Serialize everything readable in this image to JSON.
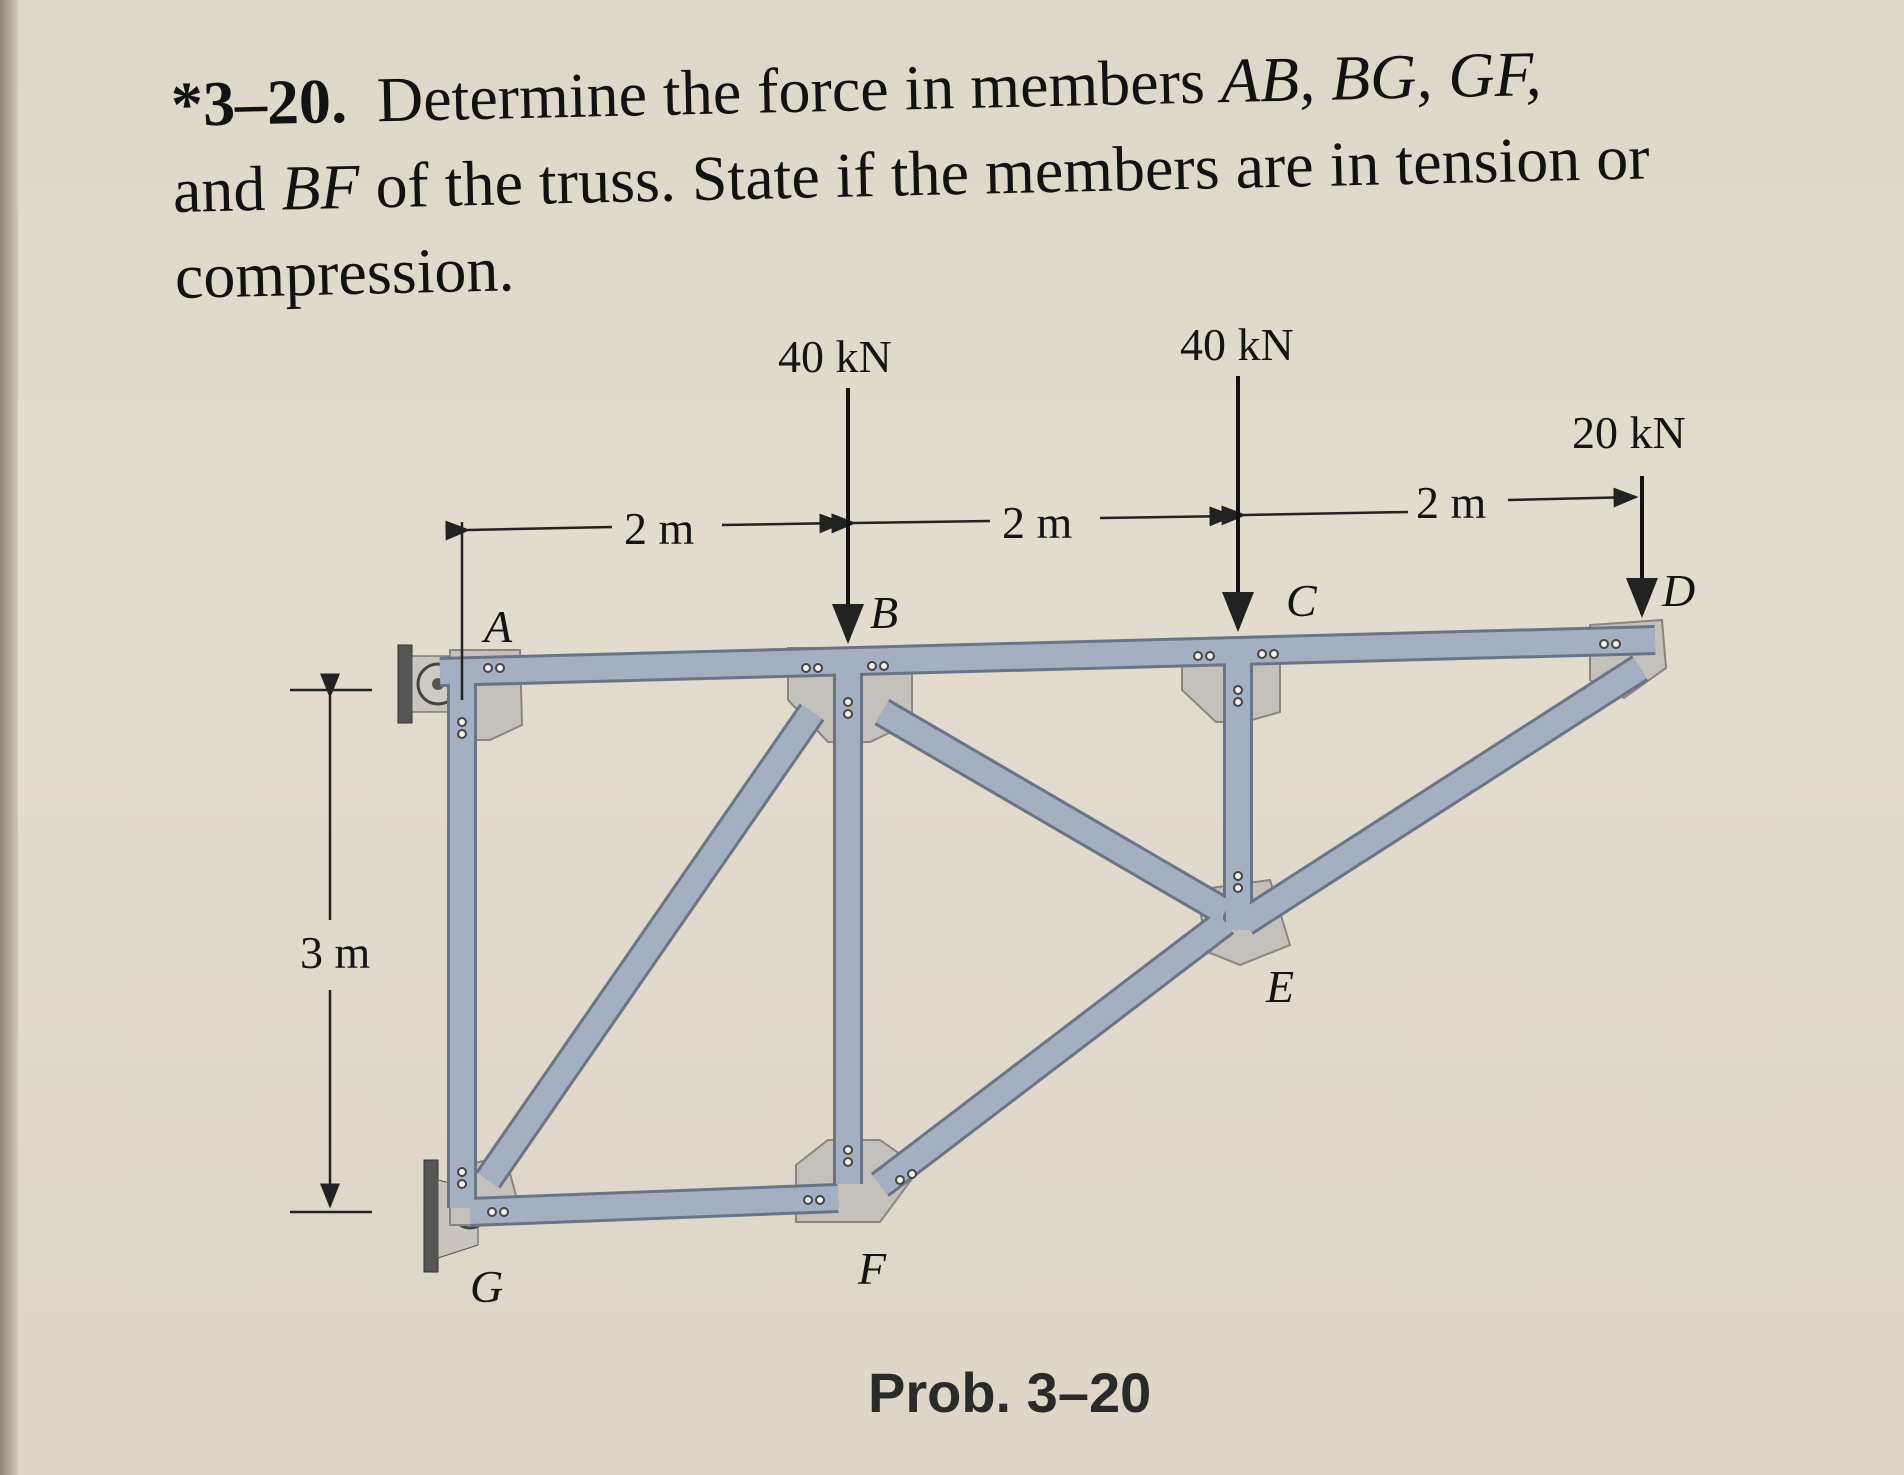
{
  "problem": {
    "number": "*3–20.",
    "line1_pre": "Determine the force in members",
    "members_1": "AB, BG, GF,",
    "line2_pre": "and",
    "members_2": "BF",
    "line2_post": "of the truss. State if the members are in tension or",
    "line3": "compression."
  },
  "figure": {
    "loads": {
      "load_b": "40 kN",
      "load_c": "40 kN",
      "load_d": "20 kN"
    },
    "dimensions": {
      "span_ab": "2 m",
      "span_bc": "2 m",
      "span_cd": "2 m",
      "height": "3 m"
    },
    "joints": {
      "a": "A",
      "b": "B",
      "c": "C",
      "d": "D",
      "e": "E",
      "f": "F",
      "g": "G"
    },
    "caption": "Prob. 3–20"
  },
  "colors": {
    "member_fill": "#a4b0c2",
    "member_edge": "#6a7486",
    "gusset": "#c4c0bc",
    "text": "#121212"
  }
}
